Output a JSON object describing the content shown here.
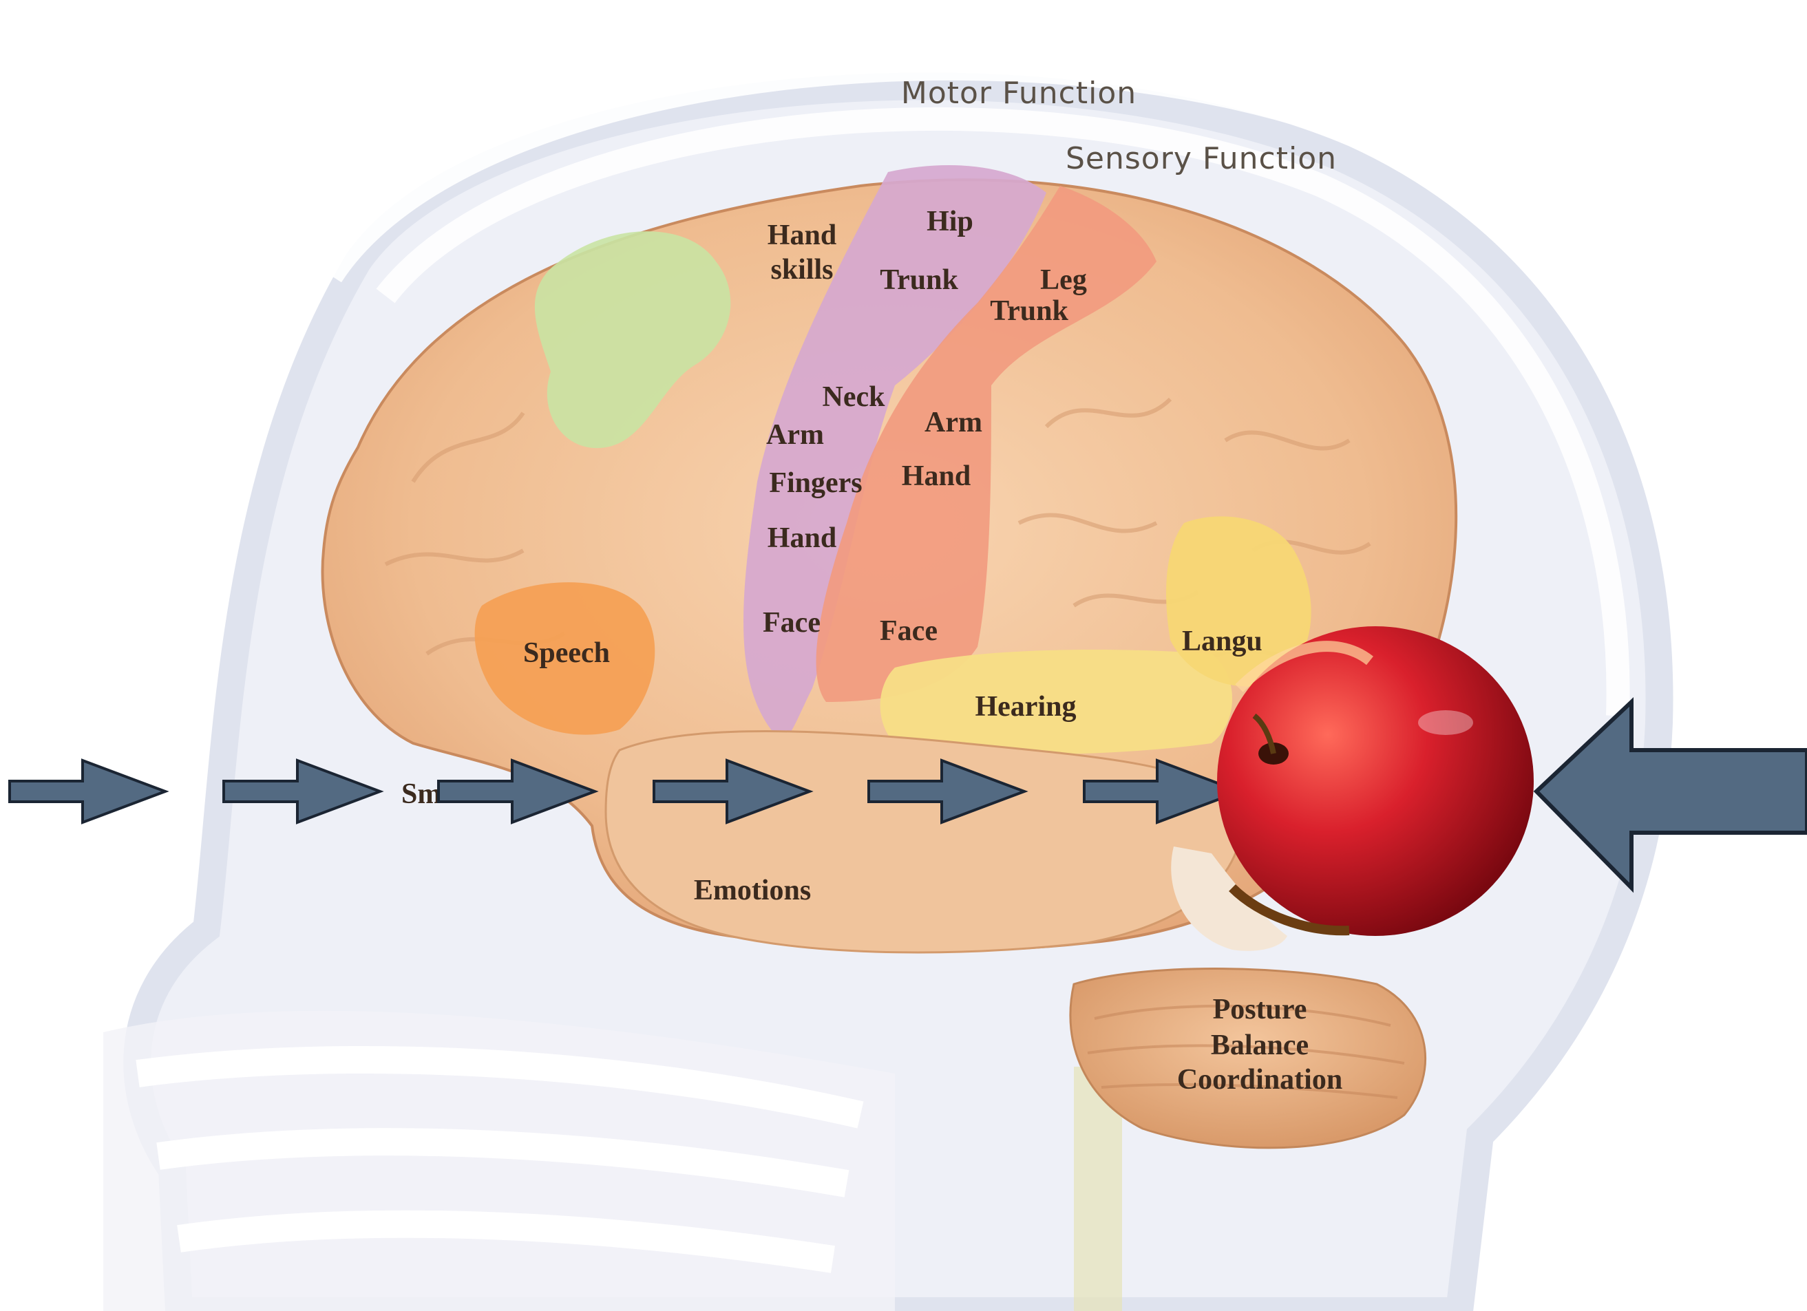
{
  "labels": {
    "motor_function": "Motor Function",
    "sensory_function": "Sensory Function",
    "hand_skills_1": "Hand",
    "hand_skills_2": "skills",
    "hip": "Hip",
    "trunk_motor": "Trunk",
    "leg": "Leg",
    "trunk_sensory": "Trunk",
    "neck": "Neck",
    "arm_motor": "Arm",
    "arm_sensory": "Arm",
    "fingers": "Fingers",
    "hand_motor": "Hand",
    "hand_sensory": "Hand",
    "face_motor": "Face",
    "face_sensory": "Face",
    "speech": "Speech",
    "hearing": "Hearing",
    "language_partial": "Langu",
    "smell_partial": "Sm",
    "emotions": "Emotions",
    "posture": "Posture",
    "balance": "Balance",
    "coordination": "Coordination"
  },
  "colors": {
    "arrow_fill": "#536a82",
    "arrow_stroke": "#1b2533",
    "brain_base": "#f2c39a",
    "motor_strip": "#d6a8cf",
    "sensory_strip": "#f29a7e",
    "frontal_green": "#c9e3a3",
    "speech_orange": "#f5a054",
    "hearing_yellow": "#f7de86",
    "apple_red": "#d0202a"
  },
  "icons": [
    "arrow-right-icon",
    "arrow-left-icon",
    "apple-icon"
  ]
}
